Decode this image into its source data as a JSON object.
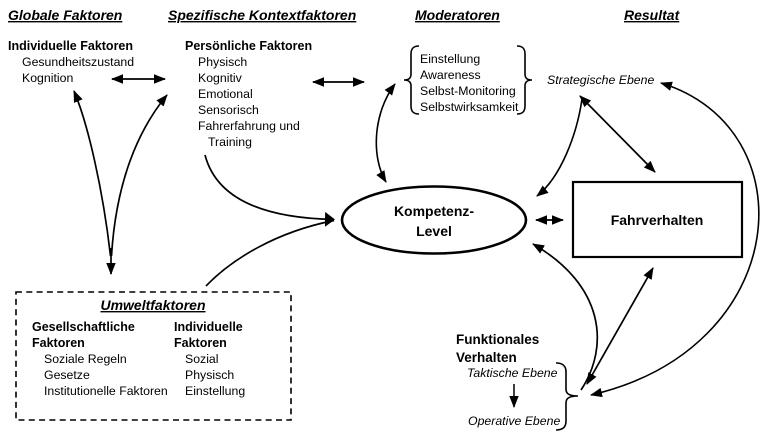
{
  "diagram": {
    "ink_color": "#000000",
    "background_color": "#ffffff",
    "column_headers": {
      "global": "Globale Faktoren",
      "specific": "Spezifische Kontextfaktoren",
      "moderators": "Moderatoren",
      "result": "Resultat"
    },
    "individual_factors": {
      "title": "Individuelle Faktoren",
      "items": [
        "Gesundheitszustand",
        "Kognition"
      ]
    },
    "personal_factors": {
      "title": "Persönliche Faktoren",
      "items": [
        "Physisch",
        "Kognitiv",
        "Emotional",
        "Sensorisch",
        "Fahrerfahrung und",
        "Training"
      ]
    },
    "moderator_list": {
      "items": [
        "Einstellung",
        "Awareness",
        "Selbst-Monitoring",
        "Selbstwirksamkeit"
      ]
    },
    "levels": {
      "strategic": "Strategische Ebene",
      "tactical": "Taktische Ebene",
      "operative": "Operative Ebene"
    },
    "competence_node": {
      "line1": "Kompetenz-",
      "line2": "Level"
    },
    "behavior_node": {
      "label": "Fahrverhalten"
    },
    "environment_box": {
      "title": "Umweltfaktoren",
      "social_column": {
        "title_line1": "Gesellschaftliche",
        "title_line2": "Faktoren",
        "items": [
          "Soziale Regeln",
          "Gesetze",
          "Institutionelle Faktoren"
        ]
      },
      "individual_column": {
        "title_line1": "Individuelle",
        "title_line2": "Faktoren",
        "items": [
          "Sozial",
          "Physisch",
          "Einstellung"
        ]
      }
    },
    "functional_behavior": {
      "title_line1": "Funktionales",
      "title_line2": "Verhalten"
    }
  }
}
